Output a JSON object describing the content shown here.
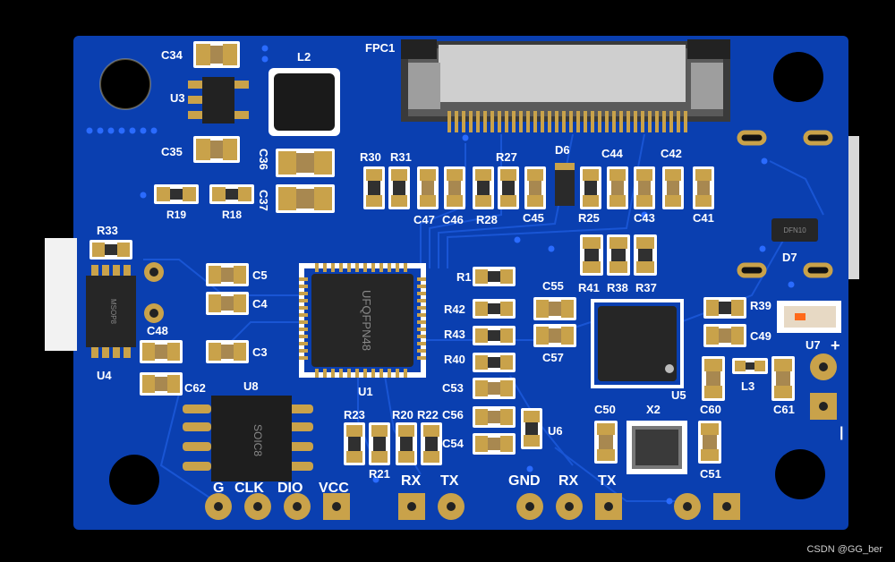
{
  "board": {
    "silk_labels": [
      {
        "key": "c34",
        "text": "C34"
      },
      {
        "key": "u3",
        "text": "U3"
      },
      {
        "key": "l2",
        "text": "L2"
      },
      {
        "key": "fpc1",
        "text": "FPC1"
      },
      {
        "key": "c35",
        "text": "C35"
      },
      {
        "key": "c36",
        "text": "C36"
      },
      {
        "key": "c37",
        "text": "C37"
      },
      {
        "key": "r19",
        "text": "R19"
      },
      {
        "key": "r18",
        "text": "R18"
      },
      {
        "key": "r30",
        "text": "R30"
      },
      {
        "key": "r31",
        "text": "R31"
      },
      {
        "key": "r27",
        "text": "R27"
      },
      {
        "key": "d6",
        "text": "D6"
      },
      {
        "key": "c44",
        "text": "C44"
      },
      {
        "key": "c42",
        "text": "C42"
      },
      {
        "key": "c47",
        "text": "C47"
      },
      {
        "key": "c46",
        "text": "C46"
      },
      {
        "key": "r28",
        "text": "R28"
      },
      {
        "key": "c45",
        "text": "C45"
      },
      {
        "key": "r25",
        "text": "R25"
      },
      {
        "key": "c43",
        "text": "C43"
      },
      {
        "key": "c41",
        "text": "C41"
      },
      {
        "key": "r33",
        "text": "R33"
      },
      {
        "key": "c5",
        "text": "C5"
      },
      {
        "key": "c4",
        "text": "C4"
      },
      {
        "key": "c3",
        "text": "C3"
      },
      {
        "key": "c48",
        "text": "C48"
      },
      {
        "key": "u4",
        "text": "U4"
      },
      {
        "key": "c62",
        "text": "C62"
      },
      {
        "key": "u8",
        "text": "U8"
      },
      {
        "key": "u1",
        "text": "U1"
      },
      {
        "key": "r1",
        "text": "R1"
      },
      {
        "key": "r42",
        "text": "R42"
      },
      {
        "key": "r43",
        "text": "R43"
      },
      {
        "key": "r40",
        "text": "R40"
      },
      {
        "key": "c53",
        "text": "C53"
      },
      {
        "key": "c56",
        "text": "C56"
      },
      {
        "key": "c54",
        "text": "C54"
      },
      {
        "key": "u6",
        "text": "U6"
      },
      {
        "key": "c55",
        "text": "C55"
      },
      {
        "key": "c57",
        "text": "C57"
      },
      {
        "key": "r41",
        "text": "R41"
      },
      {
        "key": "r38",
        "text": "R38"
      },
      {
        "key": "r37",
        "text": "R37"
      },
      {
        "key": "r39",
        "text": "R39"
      },
      {
        "key": "c49",
        "text": "C49"
      },
      {
        "key": "u5",
        "text": "U5"
      },
      {
        "key": "l3",
        "text": "L3"
      },
      {
        "key": "c60",
        "text": "C60"
      },
      {
        "key": "c61",
        "text": "C61"
      },
      {
        "key": "u7",
        "text": "U7"
      },
      {
        "key": "d7",
        "text": "D7"
      },
      {
        "key": "c50",
        "text": "C50"
      },
      {
        "key": "x2",
        "text": "X2"
      },
      {
        "key": "c51",
        "text": "C51"
      },
      {
        "key": "r23",
        "text": "R23"
      },
      {
        "key": "r20",
        "text": "R20"
      },
      {
        "key": "r22",
        "text": "R22"
      },
      {
        "key": "r21",
        "text": "R21"
      },
      {
        "key": "plus",
        "text": "+"
      },
      {
        "key": "minus",
        "text": "|"
      }
    ],
    "header_labels": [
      {
        "key": "g",
        "text": "G"
      },
      {
        "key": "clk",
        "text": "CLK"
      },
      {
        "key": "dio",
        "text": "DIO"
      },
      {
        "key": "vcc",
        "text": "VCC"
      },
      {
        "key": "rx1",
        "text": "RX"
      },
      {
        "key": "tx1",
        "text": "TX"
      },
      {
        "key": "gnd",
        "text": "GND"
      },
      {
        "key": "rx2",
        "text": "RX"
      },
      {
        "key": "tx2",
        "text": "TX"
      }
    ],
    "chip_markings": [
      {
        "key": "u1",
        "text": "UFQFPN48"
      },
      {
        "key": "u8",
        "text": "SOIC8"
      },
      {
        "key": "u4",
        "text": "MSOP8"
      },
      {
        "key": "d7",
        "text": "DFN10"
      }
    ],
    "colors": {
      "board": "#0a3fb0",
      "copper": "#c9a24a",
      "silk": "#ffffff",
      "pad": "#b8902a"
    }
  },
  "watermark": "CSDN @GG_ber"
}
